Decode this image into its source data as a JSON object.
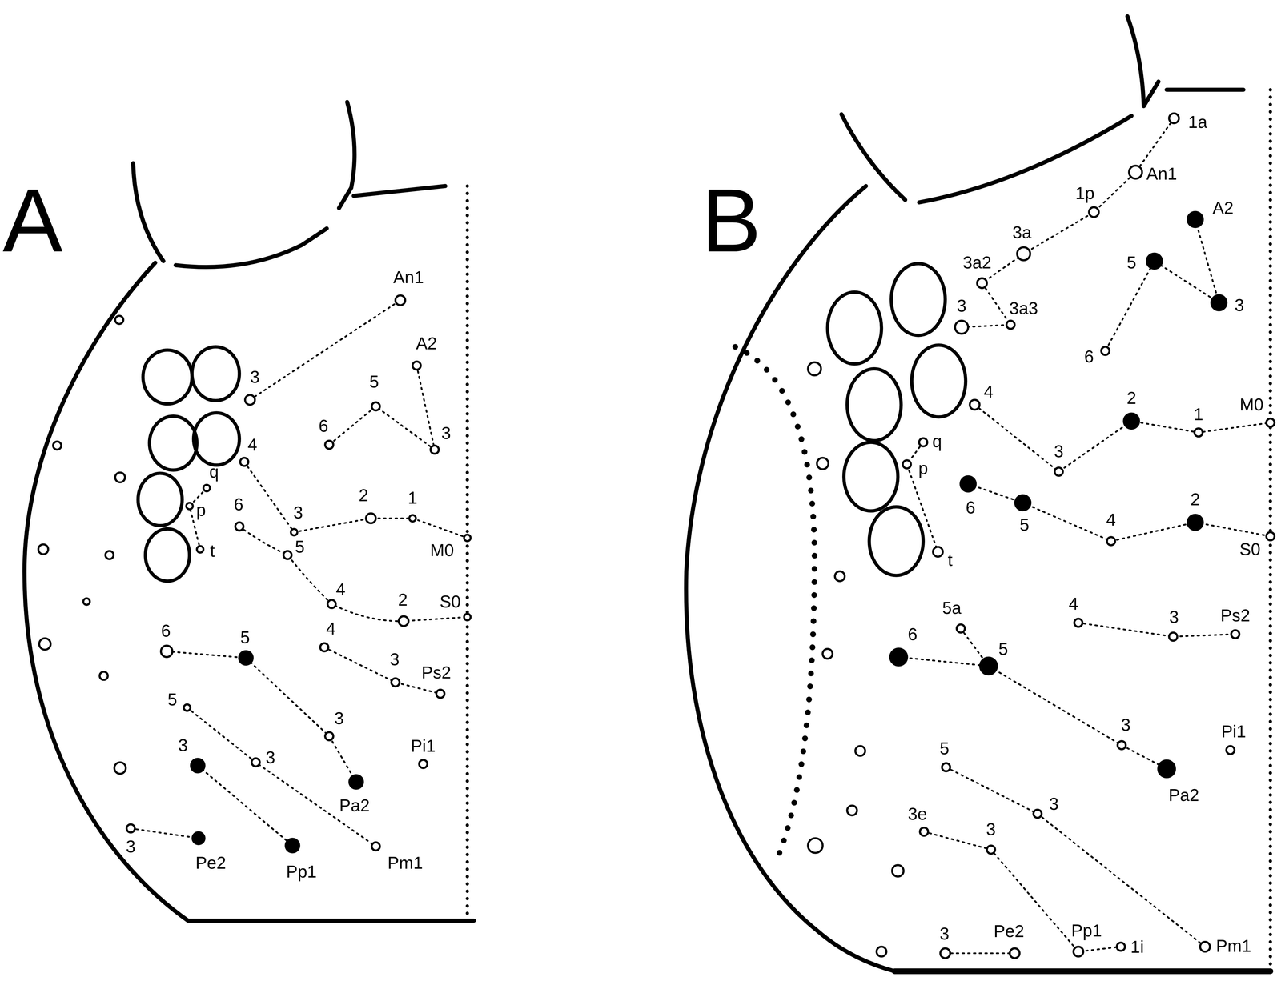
{
  "diagram": {
    "labels": [
      "A",
      "An1",
      "3",
      "A2",
      "5",
      "6",
      "3",
      "4",
      "3",
      "2",
      "1",
      "M0",
      "q",
      "p",
      "t",
      "6",
      "5",
      "4",
      "2",
      "S0",
      "6",
      "5",
      "4",
      "3",
      "3",
      "Ps2",
      "Pi1",
      "Pa2",
      "5",
      "3",
      "3",
      "3",
      "Pe2",
      "Pp1",
      "Pm1",
      "B",
      "1a",
      "An1",
      "1p",
      "3a",
      "3a2",
      "3a3",
      "3",
      "A2",
      "5",
      "3",
      "6",
      "4",
      "3",
      "2",
      "1",
      "M0",
      "q",
      "p",
      "t",
      "6",
      "5",
      "4",
      "2",
      "S0",
      "5a",
      "6",
      "5",
      "4",
      "3",
      "Ps2",
      "3",
      "Pa2",
      "Pi1",
      "5",
      "3",
      "Pm1",
      "3e",
      "3",
      "Pe2",
      "Pp1",
      "1i",
      "3"
    ]
  }
}
